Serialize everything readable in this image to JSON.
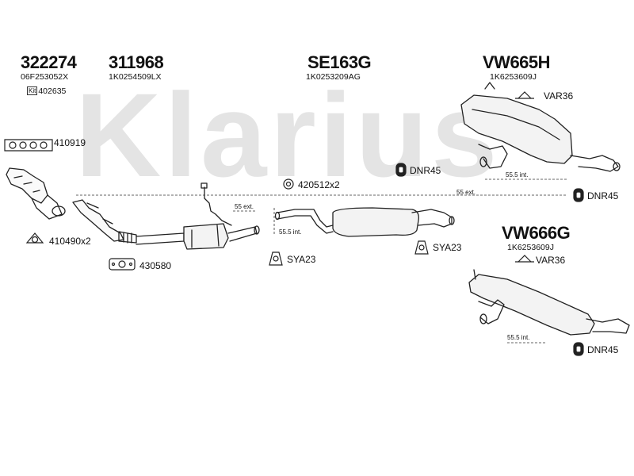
{
  "watermark": "Klarius",
  "columns": [
    {
      "part_no": "322274",
      "oem": "06F253052X"
    },
    {
      "part_no": "311968",
      "oem": "1K0254509LX"
    },
    {
      "part_no": "SE163G",
      "oem": "1K0253209AG"
    },
    {
      "part_no": "VW665H",
      "oem": "1K6253609J"
    },
    {
      "part_no": "VW666G",
      "oem": "1K6253609J"
    }
  ],
  "kit": {
    "tag": "Kit",
    "number": "402635"
  },
  "fittings": {
    "gasket_manifold": "410919",
    "gasket_ring": "410490x2",
    "flange_gasket": "430580",
    "clamp_mid": "420512x2",
    "mount_sya_left": "SYA23",
    "mount_sya_right": "SYA23",
    "dnr_upper": "DNR45",
    "dnr_mid": "DNR45",
    "dnr_lower": "DNR45",
    "var_upper": "VAR36",
    "var_lower": "VAR36"
  },
  "dimensions": {
    "ext_left": "55 ext.",
    "int_left": "55.5 int.",
    "ext_right": "55 ext.",
    "int_upper": "55.5 int.",
    "int_lower": "55.5 int."
  }
}
